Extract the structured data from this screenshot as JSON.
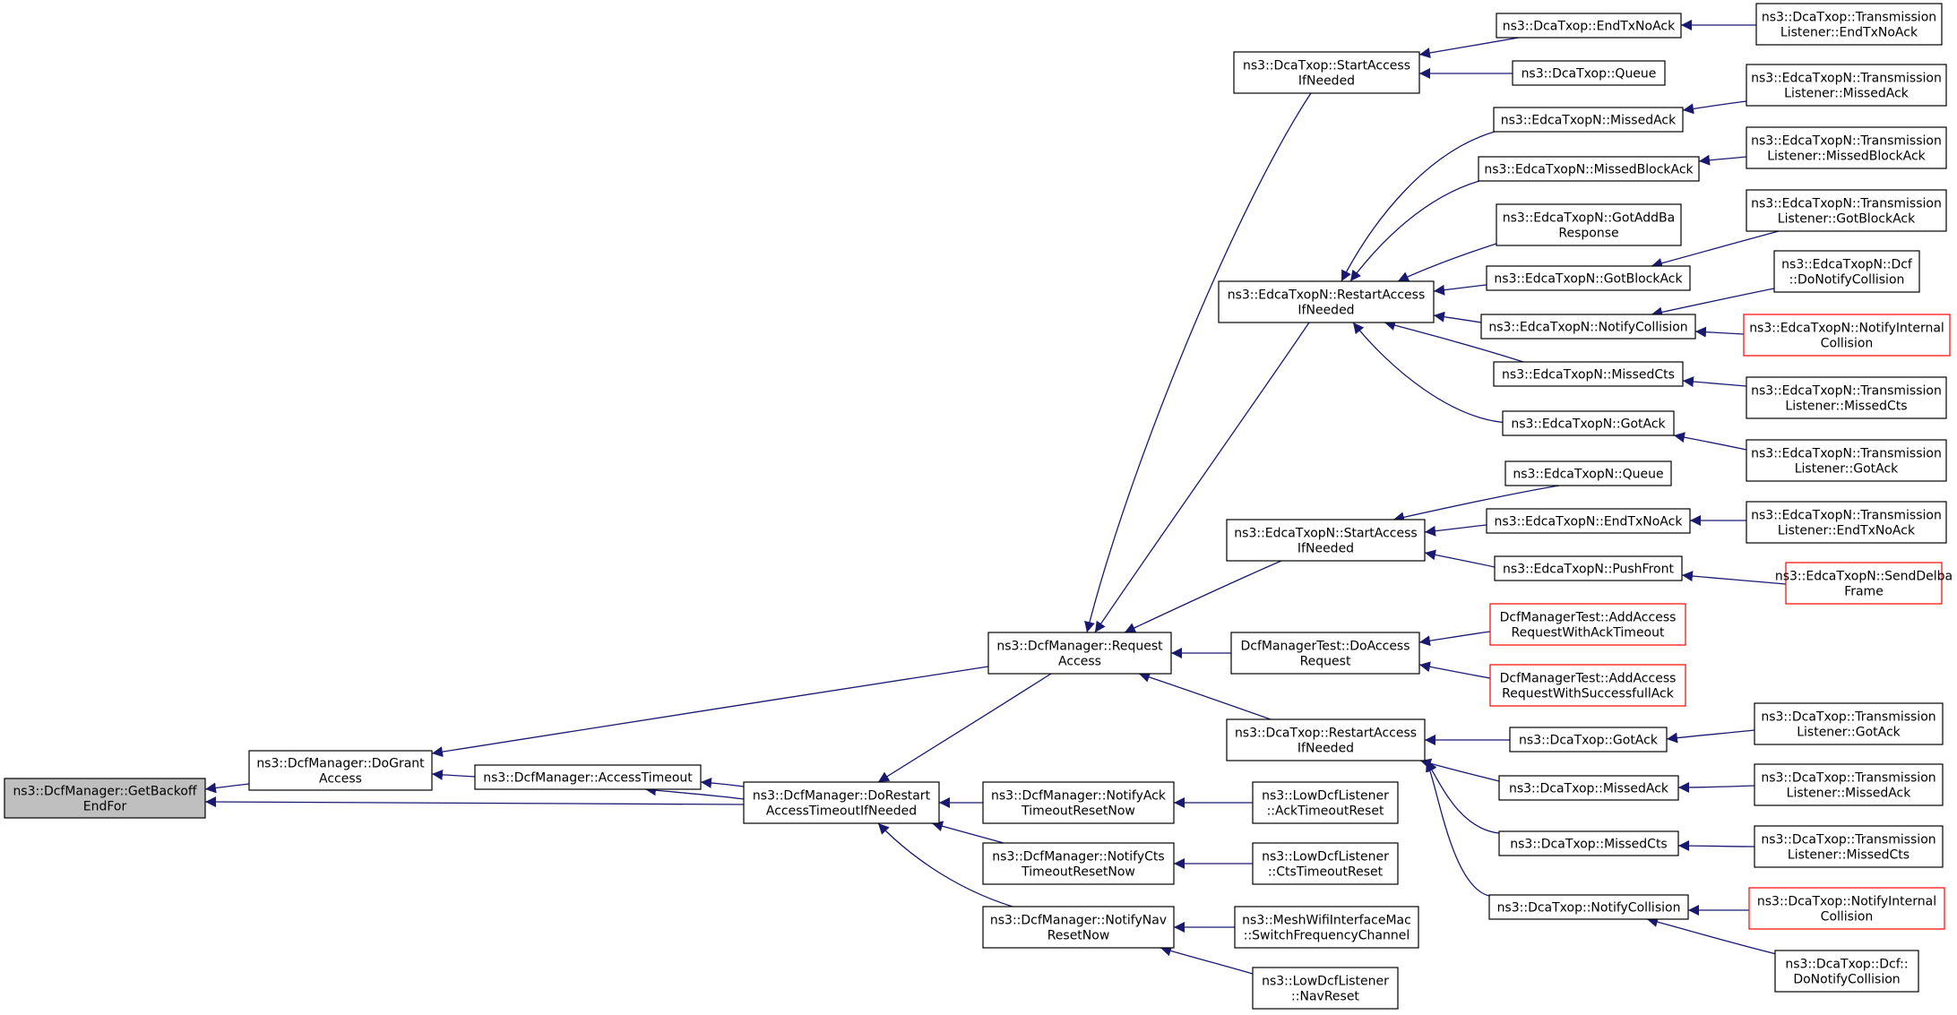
{
  "graph": {
    "direction": "right-to-left",
    "focus_fill": "#bfbfbf",
    "edge_color": "#191970",
    "default_border": "#000000",
    "truncated_border": "#ff0000",
    "nodes": [
      {
        "id": "getbackoff",
        "lines": [
          "ns3::DcfManager::GetBackoff",
          "EndFor"
        ],
        "focus": true
      },
      {
        "id": "dogrant",
        "lines": [
          "ns3::DcfManager::DoGrant",
          "Access"
        ]
      },
      {
        "id": "accesstimeout",
        "lines": [
          "ns3::DcfManager::AccessTimeout"
        ]
      },
      {
        "id": "dorestart",
        "lines": [
          "ns3::DcfManager::DoRestart",
          "AccessTimeoutIfNeeded"
        ]
      },
      {
        "id": "requestaccess",
        "lines": [
          "ns3::DcfManager::Request",
          "Access"
        ]
      },
      {
        "id": "notifyack",
        "lines": [
          "ns3::DcfManager::NotifyAck",
          "TimeoutResetNow"
        ]
      },
      {
        "id": "notifycts",
        "lines": [
          "ns3::DcfManager::NotifyCts",
          "TimeoutResetNow"
        ]
      },
      {
        "id": "notifynav",
        "lines": [
          "ns3::DcfManager::NotifyNav",
          "ResetNow"
        ]
      },
      {
        "id": "ldl_ack",
        "lines": [
          "ns3::LowDcfListener",
          "::AckTimeoutReset"
        ]
      },
      {
        "id": "ldl_cts",
        "lines": [
          "ns3::LowDcfListener",
          "::CtsTimeoutReset"
        ]
      },
      {
        "id": "mesh_switch",
        "lines": [
          "ns3::MeshWifiInterfaceMac",
          "::SwitchFrequencyChannel"
        ]
      },
      {
        "id": "ldl_nav",
        "lines": [
          "ns3::LowDcfListener",
          "::NavReset"
        ]
      },
      {
        "id": "dca_start",
        "lines": [
          "ns3::DcaTxop::StartAccess",
          "IfNeeded"
        ]
      },
      {
        "id": "edca_restart",
        "lines": [
          "ns3::EdcaTxopN::RestartAccess",
          "IfNeeded"
        ]
      },
      {
        "id": "edca_start",
        "lines": [
          "ns3::EdcaTxopN::StartAccess",
          "IfNeeded"
        ]
      },
      {
        "id": "dcftest_doaccess",
        "lines": [
          "DcfManagerTest::DoAccess",
          "Request"
        ]
      },
      {
        "id": "dca_restart",
        "lines": [
          "ns3::DcaTxop::RestartAccess",
          "IfNeeded"
        ]
      },
      {
        "id": "dca_endtx",
        "lines": [
          "ns3::DcaTxop::EndTxNoAck"
        ]
      },
      {
        "id": "dca_queue",
        "lines": [
          "ns3::DcaTxop::Queue"
        ]
      },
      {
        "id": "tl_dca_endtx",
        "lines": [
          "ns3::DcaTxop::Transmission",
          "Listener::EndTxNoAck"
        ]
      },
      {
        "id": "edca_missedack",
        "lines": [
          "ns3::EdcaTxopN::MissedAck"
        ]
      },
      {
        "id": "edca_missedblock",
        "lines": [
          "ns3::EdcaTxopN::MissedBlockAck"
        ]
      },
      {
        "id": "edca_gotaddba",
        "lines": [
          "ns3::EdcaTxopN::GotAddBa",
          "Response"
        ]
      },
      {
        "id": "edca_gotblock",
        "lines": [
          "ns3::EdcaTxopN::GotBlockAck"
        ]
      },
      {
        "id": "edca_notifycoll",
        "lines": [
          "ns3::EdcaTxopN::NotifyCollision"
        ]
      },
      {
        "id": "edca_missedcts",
        "lines": [
          "ns3::EdcaTxopN::MissedCts"
        ]
      },
      {
        "id": "edca_gotack",
        "lines": [
          "ns3::EdcaTxopN::GotAck"
        ]
      },
      {
        "id": "tl_edca_missedack",
        "lines": [
          "ns3::EdcaTxopN::Transmission",
          "Listener::MissedAck"
        ]
      },
      {
        "id": "tl_edca_missedblock",
        "lines": [
          "ns3::EdcaTxopN::Transmission",
          "Listener::MissedBlockAck"
        ]
      },
      {
        "id": "tl_edca_gotblock",
        "lines": [
          "ns3::EdcaTxopN::Transmission",
          "Listener::GotBlockAck"
        ]
      },
      {
        "id": "edca_dcf_donotify",
        "lines": [
          "ns3::EdcaTxopN::Dcf",
          "::DoNotifyCollision"
        ]
      },
      {
        "id": "edca_notifyinternal",
        "lines": [
          "ns3::EdcaTxopN::NotifyInternal",
          "Collision"
        ],
        "truncated": true
      },
      {
        "id": "tl_edca_missedcts",
        "lines": [
          "ns3::EdcaTxopN::Transmission",
          "Listener::MissedCts"
        ]
      },
      {
        "id": "tl_edca_gotack",
        "lines": [
          "ns3::EdcaTxopN::Transmission",
          "Listener::GotAck"
        ]
      },
      {
        "id": "edca_queue",
        "lines": [
          "ns3::EdcaTxopN::Queue"
        ]
      },
      {
        "id": "edca_endtx",
        "lines": [
          "ns3::EdcaTxopN::EndTxNoAck"
        ]
      },
      {
        "id": "edca_pushfront",
        "lines": [
          "ns3::EdcaTxopN::PushFront"
        ]
      },
      {
        "id": "tl_edca_endtx",
        "lines": [
          "ns3::EdcaTxopN::Transmission",
          "Listener::EndTxNoAck"
        ]
      },
      {
        "id": "edca_senddelba",
        "lines": [
          "ns3::EdcaTxopN::SendDelba",
          "Frame"
        ],
        "truncated": true
      },
      {
        "id": "dcftest_ackto",
        "lines": [
          "DcfManagerTest::AddAccess",
          "RequestWithAckTimeout"
        ],
        "truncated": true
      },
      {
        "id": "dcftest_succack",
        "lines": [
          "DcfManagerTest::AddAccess",
          "RequestWithSuccessfullAck"
        ],
        "truncated": true
      },
      {
        "id": "dca_gotack",
        "lines": [
          "ns3::DcaTxop::GotAck"
        ]
      },
      {
        "id": "dca_missedack",
        "lines": [
          "ns3::DcaTxop::MissedAck"
        ]
      },
      {
        "id": "dca_missedcts",
        "lines": [
          "ns3::DcaTxop::MissedCts"
        ]
      },
      {
        "id": "dca_notifycoll",
        "lines": [
          "ns3::DcaTxop::NotifyCollision"
        ]
      },
      {
        "id": "tl_dca_gotack",
        "lines": [
          "ns3::DcaTxop::Transmission",
          "Listener::GotAck"
        ]
      },
      {
        "id": "tl_dca_missedack",
        "lines": [
          "ns3::DcaTxop::Transmission",
          "Listener::MissedAck"
        ]
      },
      {
        "id": "tl_dca_missedcts",
        "lines": [
          "ns3::DcaTxop::Transmission",
          "Listener::MissedCts"
        ]
      },
      {
        "id": "dca_notifyinternal",
        "lines": [
          "ns3::DcaTxop::NotifyInternal",
          "Collision"
        ],
        "truncated": true
      },
      {
        "id": "dca_dcf_donotify",
        "lines": [
          "ns3::DcaTxop::Dcf::",
          "DoNotifyCollision"
        ]
      }
    ],
    "edges": [
      {
        "from": "dogrant",
        "to": "getbackoff"
      },
      {
        "from": "dorestart",
        "to": "getbackoff"
      },
      {
        "from": "accesstimeout",
        "to": "dogrant"
      },
      {
        "from": "requestaccess",
        "to": "dogrant"
      },
      {
        "from": "dorestart",
        "to": "accesstimeout"
      },
      {
        "from": "accesstimeout",
        "to": "dorestart"
      },
      {
        "from": "requestaccess",
        "to": "dorestart"
      },
      {
        "from": "notifyack",
        "to": "dorestart"
      },
      {
        "from": "notifycts",
        "to": "dorestart"
      },
      {
        "from": "notifynav",
        "to": "dorestart"
      },
      {
        "from": "ldl_ack",
        "to": "notifyack"
      },
      {
        "from": "ldl_cts",
        "to": "notifycts"
      },
      {
        "from": "mesh_switch",
        "to": "notifynav"
      },
      {
        "from": "ldl_nav",
        "to": "notifynav"
      },
      {
        "from": "dca_start",
        "to": "requestaccess"
      },
      {
        "from": "edca_restart",
        "to": "requestaccess"
      },
      {
        "from": "edca_start",
        "to": "requestaccess"
      },
      {
        "from": "dcftest_doaccess",
        "to": "requestaccess"
      },
      {
        "from": "dca_restart",
        "to": "requestaccess"
      },
      {
        "from": "dca_endtx",
        "to": "dca_start"
      },
      {
        "from": "dca_queue",
        "to": "dca_start"
      },
      {
        "from": "tl_dca_endtx",
        "to": "dca_endtx"
      },
      {
        "from": "edca_missedack",
        "to": "edca_restart"
      },
      {
        "from": "edca_missedblock",
        "to": "edca_restart"
      },
      {
        "from": "edca_gotaddba",
        "to": "edca_restart"
      },
      {
        "from": "edca_gotblock",
        "to": "edca_restart"
      },
      {
        "from": "edca_notifycoll",
        "to": "edca_restart"
      },
      {
        "from": "edca_missedcts",
        "to": "edca_restart"
      },
      {
        "from": "edca_gotack",
        "to": "edca_restart"
      },
      {
        "from": "tl_edca_missedack",
        "to": "edca_missedack"
      },
      {
        "from": "tl_edca_missedblock",
        "to": "edca_missedblock"
      },
      {
        "from": "tl_edca_gotblock",
        "to": "edca_gotblock"
      },
      {
        "from": "edca_dcf_donotify",
        "to": "edca_notifycoll"
      },
      {
        "from": "edca_notifyinternal",
        "to": "edca_notifycoll"
      },
      {
        "from": "tl_edca_missedcts",
        "to": "edca_missedcts"
      },
      {
        "from": "tl_edca_gotack",
        "to": "edca_gotack"
      },
      {
        "from": "edca_queue",
        "to": "edca_start"
      },
      {
        "from": "edca_endtx",
        "to": "edca_start"
      },
      {
        "from": "edca_pushfront",
        "to": "edca_start"
      },
      {
        "from": "tl_edca_endtx",
        "to": "edca_endtx"
      },
      {
        "from": "edca_senddelba",
        "to": "edca_pushfront"
      },
      {
        "from": "dcftest_ackto",
        "to": "dcftest_doaccess"
      },
      {
        "from": "dcftest_succack",
        "to": "dcftest_doaccess"
      },
      {
        "from": "dca_gotack",
        "to": "dca_restart"
      },
      {
        "from": "dca_missedack",
        "to": "dca_restart"
      },
      {
        "from": "dca_missedcts",
        "to": "dca_restart"
      },
      {
        "from": "dca_notifycoll",
        "to": "dca_restart"
      },
      {
        "from": "tl_dca_gotack",
        "to": "dca_gotack"
      },
      {
        "from": "tl_dca_missedack",
        "to": "dca_missedack"
      },
      {
        "from": "tl_dca_missedcts",
        "to": "dca_missedcts"
      },
      {
        "from": "dca_notifyinternal",
        "to": "dca_notifycoll"
      },
      {
        "from": "dca_dcf_donotify",
        "to": "dca_notifycoll"
      }
    ]
  }
}
